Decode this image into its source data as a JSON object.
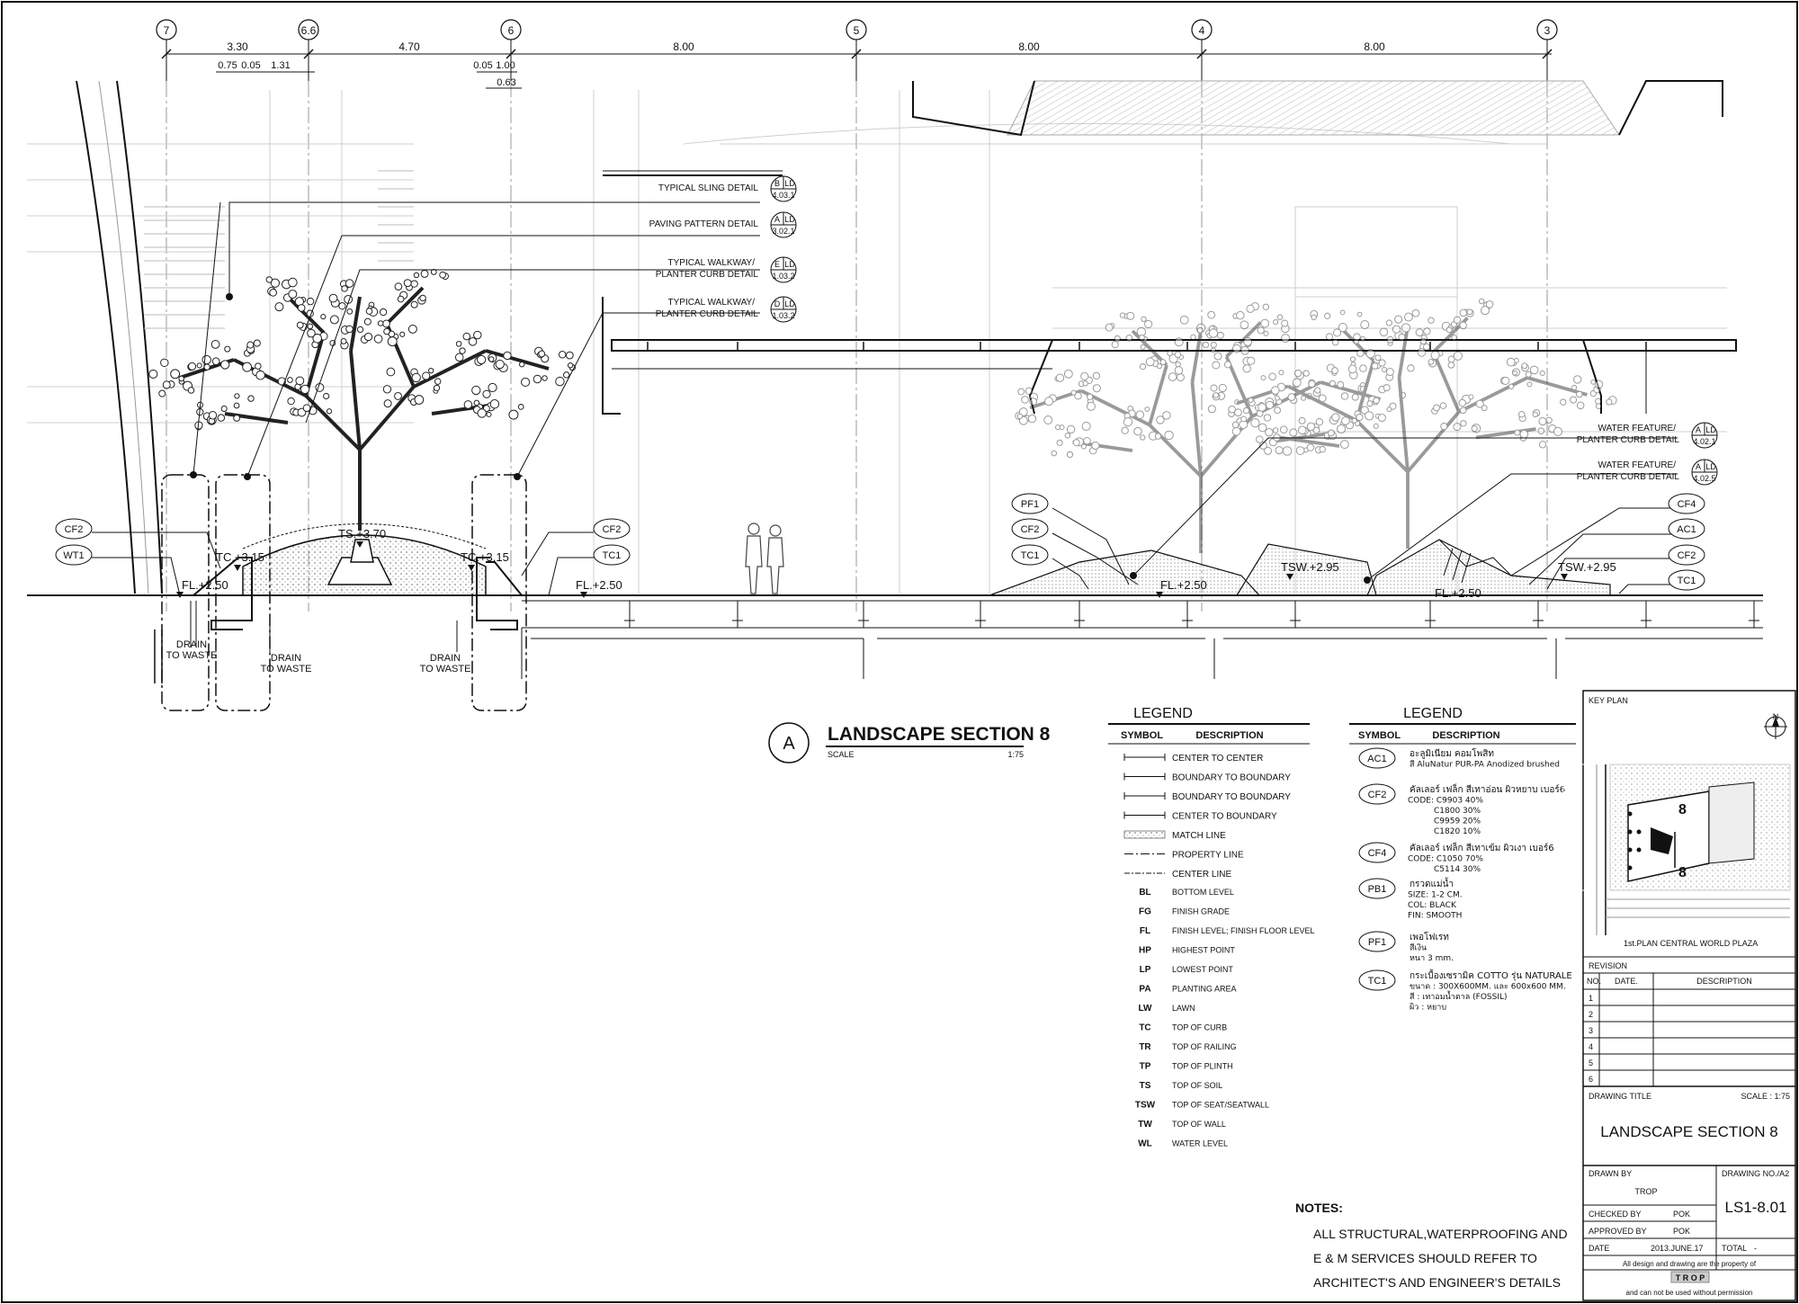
{
  "grid": {
    "axes": [
      "7",
      "6.6",
      "6",
      "5",
      "4",
      "3"
    ],
    "dims_top": [
      "3.30",
      "4.70",
      "8.00",
      "8.00",
      "8.00"
    ],
    "dims_sub": [
      "0.75",
      "0.05",
      "1.31",
      "0.05",
      "1.00",
      "0.63"
    ]
  },
  "callouts": [
    {
      "text": "TYPICAL SLING DETAIL",
      "ref": "B",
      "sheet": "LD",
      "num": "4.03.1"
    },
    {
      "text": "PAVING PATTERN DETAIL",
      "ref": "A",
      "sheet": "LD",
      "num": "3.02.1"
    },
    {
      "text1": "TYPICAL WALKWAY/",
      "text2": "PLANTER CURB DETAIL",
      "ref": "E",
      "sheet": "LD",
      "num": "1.03.2"
    },
    {
      "text1": "TYPICAL WALKWAY/",
      "text2": "PLANTER CURB DETAIL",
      "ref": "D",
      "sheet": "LD",
      "num": "1.03.2"
    },
    {
      "text1": "WATER FEATURE/",
      "text2": "PLANTER CURB DETAIL",
      "ref": "A",
      "sheet": "LD",
      "num": "4.02.1"
    },
    {
      "text1": "WATER FEATURE/",
      "text2": "PLANTER CURB DETAIL",
      "ref": "A",
      "sheet": "LD",
      "num": "4.02.5"
    }
  ],
  "tags": {
    "left": [
      "CF2",
      "WT1"
    ],
    "mid": [
      "CF2",
      "TC1"
    ],
    "right_l": [
      "PF1",
      "CF2",
      "TC1"
    ],
    "right_r": [
      "CF4",
      "AC1",
      "CF2",
      "TC1"
    ]
  },
  "levels": {
    "ts": "TS.+3.70",
    "tc_l": "TC.+3.15",
    "tc_r": "TC.+3.15",
    "fl_1": "FL.+2.50",
    "fl_2": "FL.+2.50",
    "fl_3": "FL.+2.50",
    "fl_4": "FL.+2.50",
    "tsw_1": "TSW.+2.95",
    "tsw_2": "TSW.+2.95"
  },
  "drain": {
    "line1": "DRAIN",
    "line2": "TO WASTE"
  },
  "section_title": {
    "letter": "A",
    "title": "LANDSCAPE SECTION 8",
    "scale_label": "SCALE",
    "scale": "1:75"
  },
  "legend1": {
    "title": "LEGEND",
    "col1": "SYMBOL",
    "col2": "DESCRIPTION",
    "lines": [
      "CENTER TO CENTER",
      "BOUNDARY TO BOUNDARY",
      "BOUNDARY TO BOUNDARY",
      "CENTER TO BOUNDARY",
      "MATCH LINE",
      "PROPERTY LINE",
      "CENTER LINE"
    ],
    "abbr": [
      {
        "code": "BL",
        "desc": "BOTTOM LEVEL"
      },
      {
        "code": "FG",
        "desc": "FINISH GRADE"
      },
      {
        "code": "FL",
        "desc": "FINISH LEVEL; FINISH FLOOR LEVEL"
      },
      {
        "code": "HP",
        "desc": "HIGHEST POINT"
      },
      {
        "code": "LP",
        "desc": "LOWEST POINT"
      },
      {
        "code": "PA",
        "desc": "PLANTING AREA"
      },
      {
        "code": "LW",
        "desc": "LAWN"
      },
      {
        "code": "TC",
        "desc": "TOP OF CURB"
      },
      {
        "code": "TR",
        "desc": "TOP OF RAILING"
      },
      {
        "code": "TP",
        "desc": "TOP OF PLINTH"
      },
      {
        "code": "TS",
        "desc": "TOP OF SOIL"
      },
      {
        "code": "TSW",
        "desc": "TOP OF SEAT/SEATWALL"
      },
      {
        "code": "TW",
        "desc": "TOP OF WALL"
      },
      {
        "code": "WL",
        "desc": "WATER LEVEL"
      }
    ]
  },
  "legend2": {
    "title": "LEGEND",
    "col1": "SYMBOL",
    "col2": "DESCRIPTION",
    "items": [
      {
        "code": "AC1",
        "lines": [
          "อะลูมิเนียม คอมโพสิท",
          "สี AluNatur PUR-PA Anodized brushed"
        ]
      },
      {
        "code": "CF2",
        "lines": [
          "คัลเลอร์ เฟล็ก สีเทาอ่อน ผิวหยาบ เบอร์6",
          "CODE:  C9903  40%",
          "C1800  30%",
          "C9959  20%",
          "C1820  10%"
        ]
      },
      {
        "code": "CF4",
        "lines": [
          "คัลเลอร์ เฟล็ก สีเทาเข้ม ผิวเงา เบอร์6",
          "CODE:  C1050  70%",
          "C5114  30%"
        ]
      },
      {
        "code": "PB1",
        "lines": [
          "กรวดแม่น้ำ",
          "SIZE:  1-2  CM.",
          "COL:  BLACK",
          "FIN:  SMOOTH"
        ]
      },
      {
        "code": "PF1",
        "lines": [
          "เพอโฟเรท",
          "สีเงิน",
          "หนา 3 mm."
        ]
      },
      {
        "code": "TC1",
        "lines": [
          "กระเบื้องเซรามิค COTTO รุ่น NATURALE",
          "ขนาด  :   300X600MM. และ 600x600 MM.",
          "สี       :   เทาอมน้ำตาล (FOSSIL)",
          "ผิว      :   หยาบ"
        ]
      }
    ]
  },
  "notes": {
    "title": "NOTES:",
    "lines": [
      "ALL  STRUCTURAL,WATERPROOFING  AND",
      "E  &  M  SERVICES  SHOULD  REFER  TO",
      "ARCHITECT'S  AND  ENGINEER'S  DETAILS"
    ]
  },
  "titleblock": {
    "key_plan": "KEY PLAN",
    "north": "N",
    "plan_caption": "1st.PLAN CENTRAL WORLD PLAZA",
    "plan_mark": "8",
    "revision": "REVISION",
    "rev_cols": [
      "NO.",
      "DATE.",
      "DESCRIPTION"
    ],
    "rev_rows": [
      "1",
      "2",
      "3",
      "4",
      "5",
      "6"
    ],
    "drawing_title_label": "DRAWING TITLE",
    "scale_label": "SCALE  :  1:75",
    "drawing_title": "LANDSCAPE SECTION 8",
    "drawn_by_label": "DRAWN BY",
    "drawn_by": "TROP",
    "drawing_no_label": "DRAWING NO./A2",
    "drawing_no": "LS1-8.01",
    "checked_by_label": "CHECKED BY",
    "checked_by": "POK",
    "approved_by_label": "APPROVED BY",
    "approved_by": "POK",
    "date_label": "DATE",
    "date": "2013.JUNE.17",
    "total_label": "TOTAL",
    "total": "-",
    "footer1": "All  design  and  drawing  are  the  property  of",
    "footer_logo": "T R O P",
    "footer2": "and  can  not  be  used  without  permission"
  }
}
